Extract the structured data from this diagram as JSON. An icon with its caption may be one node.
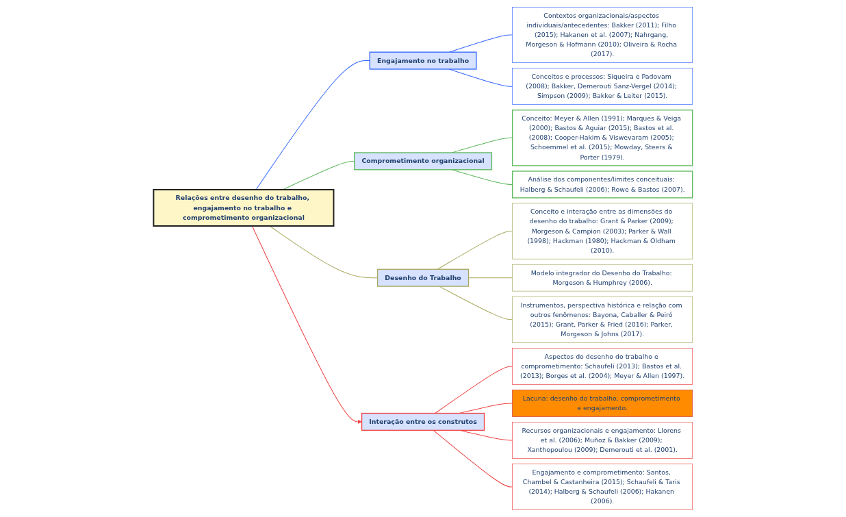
{
  "diagram": {
    "nodes": [
      {
        "text": [
          "Relações entre desenho do trabalho, engajamento no trabalho e comprometimento organizacional"
        ]
      },
      {
        "text": [
          "Engajamento no trabalho"
        ]
      },
      {
        "text": [
          "Contextos organizacionais/aspectos individuais/antecedentes: Bakker (2011); Filho (2015); Hakanen et al. (2007); Nahrgang, Morgeson & Hofmann (2010); Oliveira & Rocha (2017)."
        ]
      },
      {
        "text": [
          "Conceitos e processos: Siqueira e Padovam (2008); Bakker, Demerouti Sanz-Vergel (2014); Simpson (2009); Bakker & Leiter (2015)."
        ]
      },
      {
        "text": [
          "Comprometimento organizacional"
        ]
      },
      {
        "text": [
          "Conceito: Meyer & Allen (1991); Marques & Veiga (2000); Bastos & Aguiar (2015); Bastos et al. (2008); Cooper-Hakim & Viswevaram (2005); Schoemmel et al. (2015); Mowday, Steers & Porter (1979)."
        ]
      },
      {
        "text": [
          "Análise dos componentes/limites conceituais: Halberg & Schaufeli (2006); Rowe & Bastos (2007)."
        ]
      },
      {
        "text": [
          "Desenho do Trabalho"
        ]
      },
      {
        "text": [
          "Conceito e interação entre as dimensões do desenho do trabalho: Grant & Parker (2009); Morgeson & Campion (2003); Parker & Wall (1998); Hackman (1980); Hackman & Oldham (2010)."
        ]
      },
      {
        "text": [
          "Modelo integrador do Desenho do Trabalho: Morgeson & Humphrey (2006)."
        ]
      },
      {
        "text": [
          "Instrumentos, perspectiva histórica e relação com outros fenômenos: Bayona, Caballer & Peiró (2015); Grant, Parker & Fried (2016); Parker, Morgeson & Johns (2017)."
        ]
      },
      {
        "text": [
          "Interação entre os construtos"
        ]
      },
      {
        "text": [
          "Aspectos do desenho do trabalho e comprometimento: Schaufeli (2013); Bastos et al. (2013); Borges et al. (2004); Meyer & Allen (1997)."
        ]
      },
      {
        "text": [
          "Lacuna: desenho do trabalho, comprometimento e engajamento."
        ]
      },
      {
        "text": [
          "Recursos organizacionais e engajamento: Llorens et al. (2006); Muñoz & Bakker (2009); Xanthopoulou (2009); Demerouti et al. (2001)."
        ]
      },
      {
        "text": [
          "Engajamento e comprometimento: Santos, Chambel & Castanheira (2015); Schaufeli & Taris (2014); Halberg & Schaufeli (2006); Hakanen (2006)."
        ]
      }
    ],
    "edges": [
      {
        "from": 0,
        "to": 1,
        "arrow": "none",
        "color": "#3366ff"
      },
      {
        "from": 1,
        "to": 2,
        "arrow": "none",
        "color": "#3366ff"
      },
      {
        "from": 1,
        "to": 3,
        "arrow": "none",
        "color": "#3366ff"
      },
      {
        "from": 0,
        "to": 4,
        "arrow": "none",
        "color": "#5cb85c"
      },
      {
        "from": 4,
        "to": 5,
        "arrow": "none",
        "color": "#5cb85c"
      },
      {
        "from": 4,
        "to": 6,
        "arrow": "none",
        "color": "#5cb85c"
      },
      {
        "from": 0,
        "to": 7,
        "arrow": "none",
        "color": "#a8a860"
      },
      {
        "from": 7,
        "to": 8,
        "arrow": "none",
        "color": "#a8a860"
      },
      {
        "from": 7,
        "to": 9,
        "arrow": "none",
        "color": "#a8a860"
      },
      {
        "from": 7,
        "to": 10,
        "arrow": "none",
        "color": "#a8a860"
      },
      {
        "from": 0,
        "to": 11,
        "arrow": "to"
      },
      {
        "from": 11,
        "to": 12,
        "arrow": "none"
      },
      {
        "from": 11,
        "to": 13,
        "arrow": "none"
      },
      {
        "from": 11,
        "to": 14,
        "arrow": "none"
      },
      {
        "from": 11,
        "to": 15,
        "arrow": "none"
      }
    ]
  }
}
